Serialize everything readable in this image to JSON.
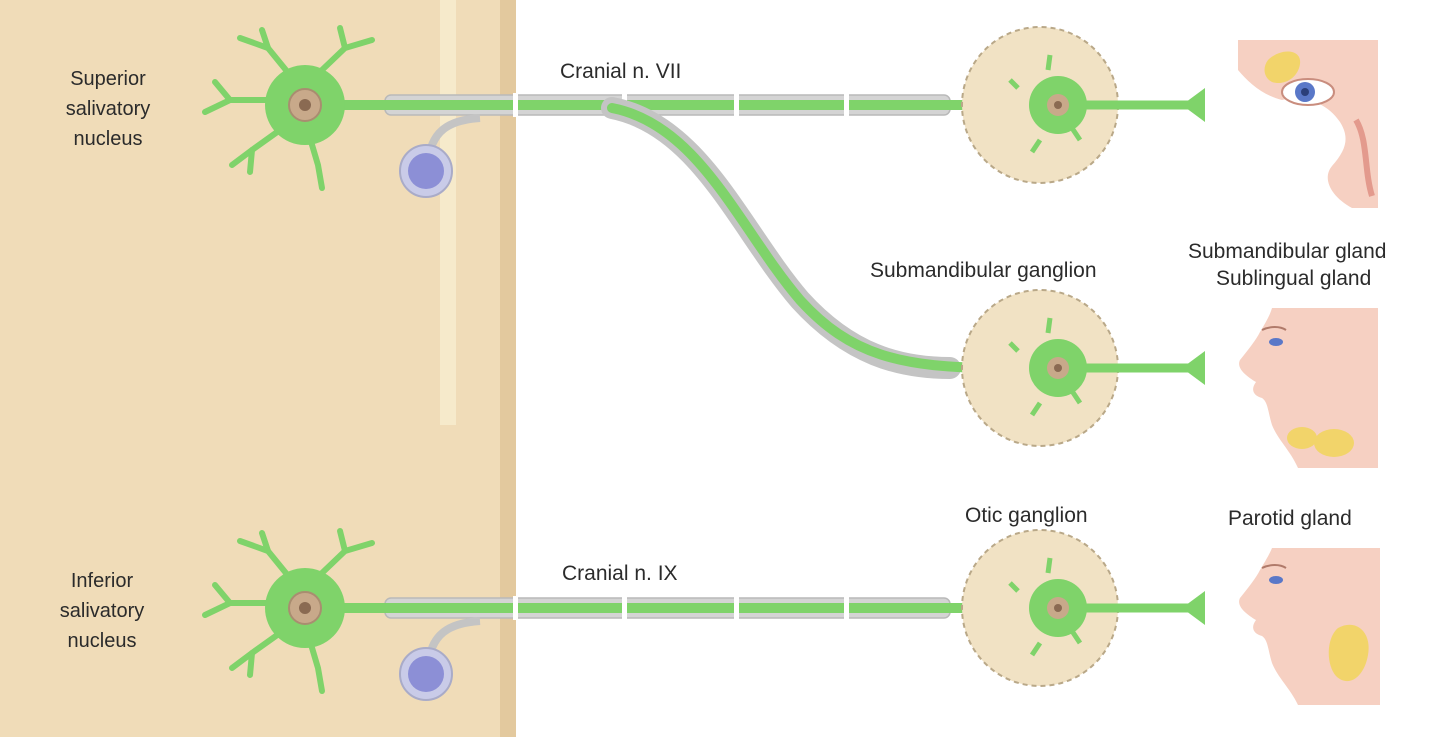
{
  "labels": {
    "superior_nucleus": [
      "Superior",
      "salivatory",
      "nucleus"
    ],
    "inferior_nucleus": [
      "Inferior",
      "salivatory",
      "nucleus"
    ],
    "cranial_vii": "Cranial n. VII",
    "cranial_ix": "Cranial n. IX",
    "submandibular_ganglion": "Submandibular ganglion",
    "otic_ganglion": "Otic ganglion",
    "submandibular_gland": "Submandibular gland",
    "sublingual_gland": "Sublingual gland",
    "parotid_gland": "Parotid gland"
  },
  "colors": {
    "brainstem": "#f0dcb8",
    "brainstem_edge": "#e0c79c",
    "neuron": "#7fd36a",
    "neuron_dark": "#5fb94c",
    "ganglion": "#f1e2c4",
    "myelin": "#d9d9d9",
    "sensory_cell": "#8c8fd6",
    "skin": "#f6d0c2",
    "gland": "#f2d46a",
    "eye": "#5a78c8"
  }
}
